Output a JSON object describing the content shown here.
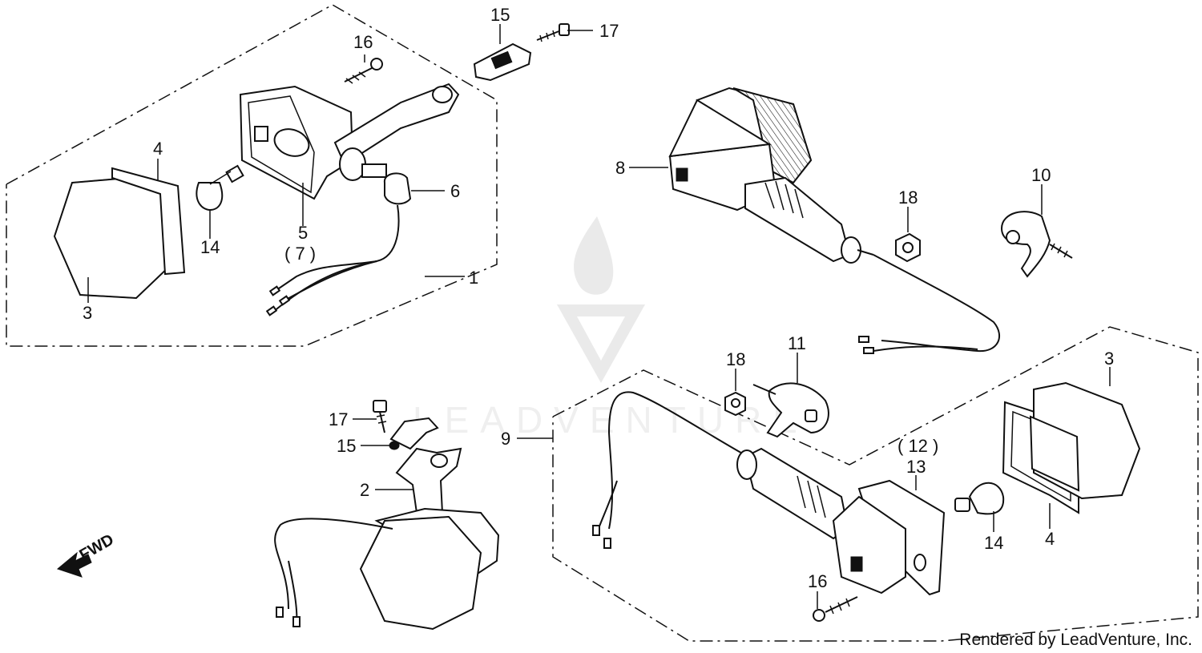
{
  "diagram": {
    "callouts": {
      "c1": "1",
      "c2": "2",
      "c3a": "3",
      "c3b": "3",
      "c4a": "4",
      "c4b": "4",
      "c5": "5",
      "c7": "( 7 )",
      "c6": "6",
      "c8": "8",
      "c9": "9",
      "c10": "10",
      "c11": "11",
      "c12": "( 12 )",
      "c13": "13",
      "c14a": "14",
      "c14b": "14",
      "c15a": "15",
      "c15b": "15",
      "c16a": "16",
      "c16b": "16",
      "c17a": "17",
      "c17b": "17",
      "c18a": "18",
      "c18b": "18"
    },
    "fwd_label": "FWD",
    "watermark": "LEADVENTURE"
  },
  "footer": {
    "credit": "Rendered by LeadVenture, Inc."
  }
}
